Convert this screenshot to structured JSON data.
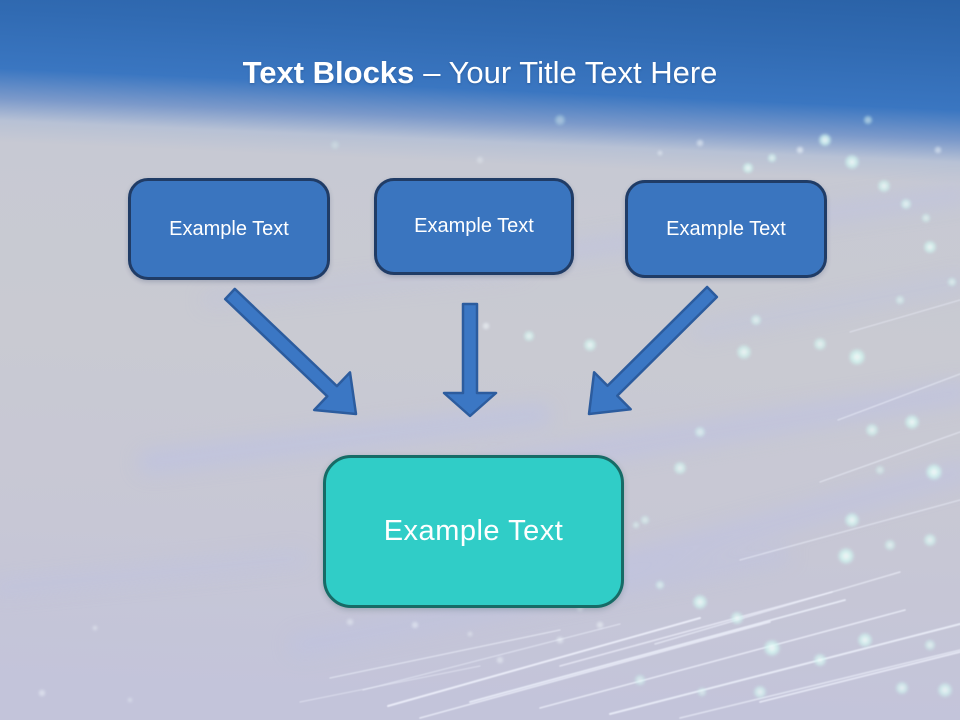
{
  "slide": {
    "header": {
      "title_bold": "Text Blocks",
      "title_rest": "– Your Title Text Here"
    },
    "boxes": [
      {
        "id": "top-1",
        "label": "Example Text"
      },
      {
        "id": "top-2",
        "label": "Example Text"
      },
      {
        "id": "top-3",
        "label": "Example Text"
      }
    ],
    "result_box": {
      "id": "result",
      "label": "Example Text"
    },
    "connections": [
      {
        "from": "top-1",
        "to": "result",
        "arrow": "diagonal-down-right"
      },
      {
        "from": "top-2",
        "to": "result",
        "arrow": "straight-down"
      },
      {
        "from": "top-3",
        "to": "result",
        "arrow": "diagonal-down-left"
      }
    ],
    "colors": {
      "header_blue_top": "#2a62a7",
      "header_blue_bottom": "#3a76c1",
      "background_gray": "#c9cad2",
      "background_lavender": "#c3c4da",
      "block_fill": "#3a75bf",
      "block_border": "#203c66",
      "arrow_fill": "#3b77c4",
      "arrow_border": "#2c5c9e",
      "result_fill": "#30cdc7",
      "result_border": "#176b66",
      "text": "#ffffff"
    }
  }
}
